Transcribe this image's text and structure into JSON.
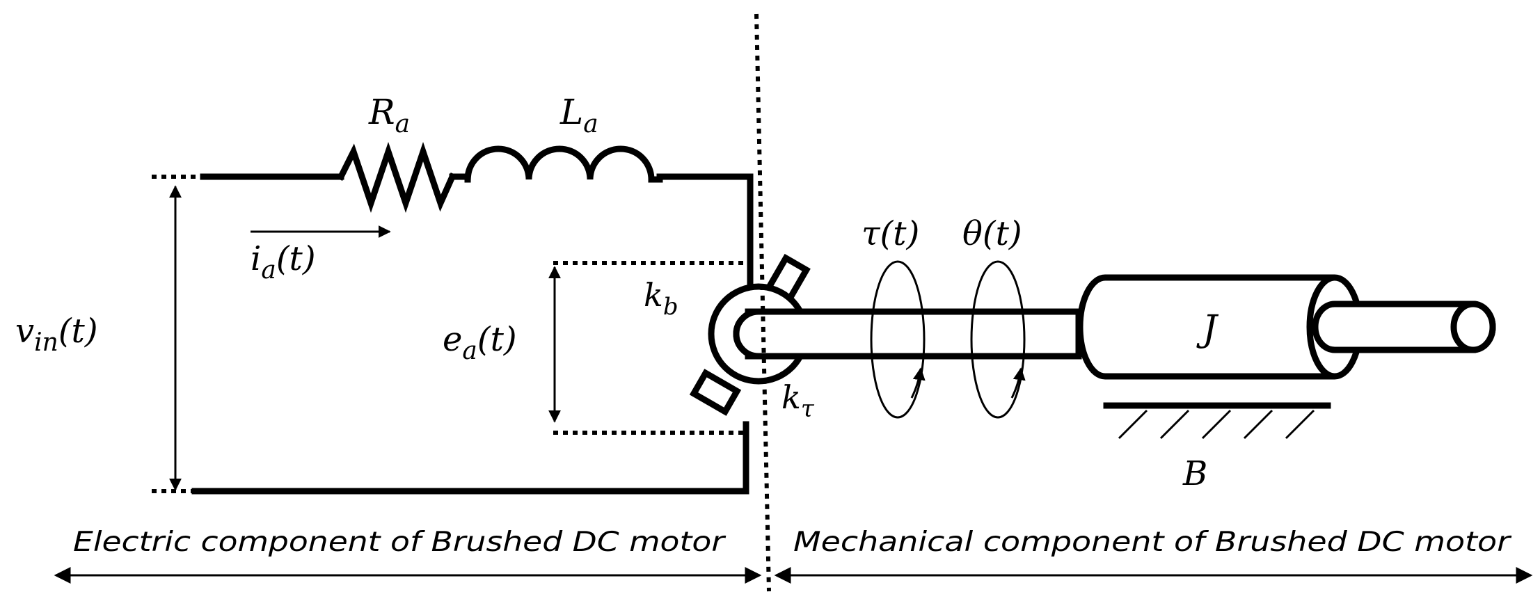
{
  "labels": {
    "resistor_symbol": "R",
    "resistor_sub": "a",
    "inductor_symbol": "L",
    "inductor_sub": "a",
    "current_symbol": "i",
    "current_sub": "a",
    "current_arg": "(t)",
    "input_voltage_symbol": "v",
    "input_voltage_sub": "in",
    "input_voltage_arg": "(t)",
    "back_emf_symbol": "e",
    "back_emf_sub": "a",
    "back_emf_arg": "(t)",
    "back_emf_const_symbol": "k",
    "back_emf_const_sub": "b",
    "torque_const_symbol": "k",
    "torque_const_sub": "τ",
    "torque": "τ(t)",
    "angle": "θ(t)",
    "inertia": "J",
    "damping": "B"
  },
  "captions": {
    "electric": "Electric component of Brushed DC motor",
    "mechanical": "Mechanical component of Brushed DC motor"
  }
}
